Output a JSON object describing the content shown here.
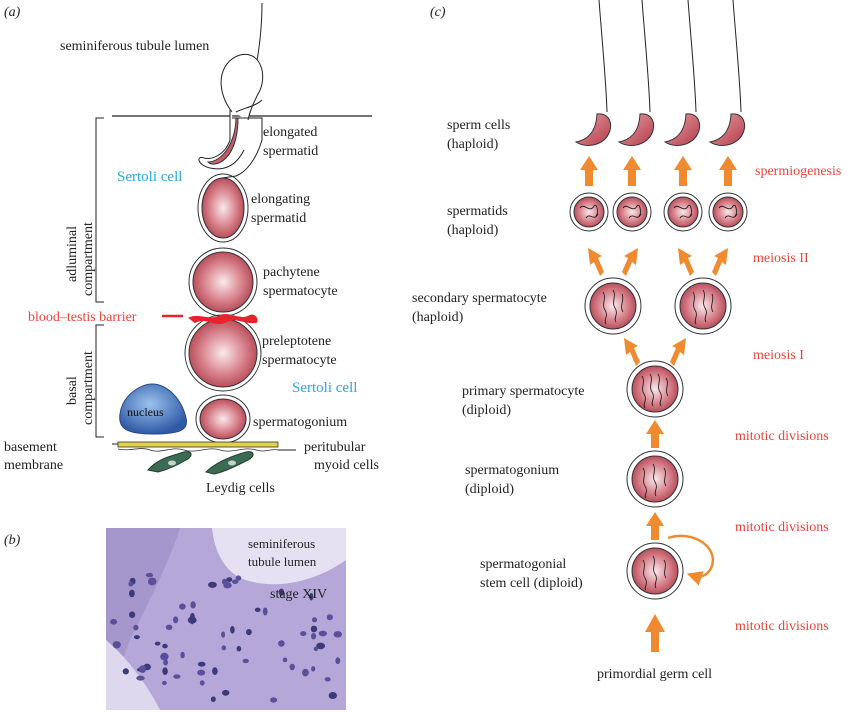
{
  "panel_a": {
    "label": "(a)",
    "lumen": "seminiferous tubule lumen",
    "adluminal_line1": "adluminal",
    "adluminal_line2": "compartment",
    "basal_line1": "basal",
    "basal_line2": "compartment",
    "sertoli_top": "Sertoli cell",
    "sertoli_bottom": "Sertoli cell",
    "elongated_1": "elongated",
    "elongated_2": "spermatid",
    "elongating_1": "elongating",
    "elongating_2": "spermatid",
    "pachytene_1": "pachytene",
    "pachytene_2": "spermatocyte",
    "barrier": "blood–testis barrier",
    "preleptotene_1": "preleptotene",
    "preleptotene_2": "spermatocyte",
    "nucleus": "nucleus",
    "spermatogonium": "spermatogonium",
    "basement_1": "basement",
    "basement_2": "membrane",
    "peritubular_1": "peritubular",
    "peritubular_2": "myoid cells",
    "leydig": "Leydig cells"
  },
  "panel_b": {
    "label": "(b)",
    "lumen_1": "seminiferous",
    "lumen_2": "tubule lumen",
    "stage": "stage XIV"
  },
  "panel_c": {
    "label": "(c)",
    "sperm_1": "sperm cells",
    "sperm_2": "(haploid)",
    "spermatids_1": "spermatids",
    "spermatids_2": "(haploid)",
    "secondary_1": "secondary spermatocyte",
    "secondary_2": "(haploid)",
    "primary_1": "primary spermatocyte",
    "primary_2": "(diploid)",
    "spermatogonium_1": "spermatogonium",
    "spermatogonium_2": "(diploid)",
    "stem_1": "spermatogonial",
    "stem_2": "stem cell (diploid)",
    "primordial": "primordial germ cell",
    "spermiogenesis": "spermiogenesis",
    "meiosis2": "meiosis II",
    "meiosis1": "meiosis I",
    "mitotic1": "mitotic divisions",
    "mitotic2": "mitotic divisions",
    "mitotic3": "mitotic divisions"
  },
  "colors": {
    "cell": "#c0505c",
    "arrow": "#f08a2e",
    "red_label": "#e8443a",
    "blue_label": "#2aa7df",
    "nucleus": "#3d6fb8",
    "myoid": "#3c6b54",
    "membrane": "#e2d24a",
    "histology": "#b5a8d8"
  }
}
